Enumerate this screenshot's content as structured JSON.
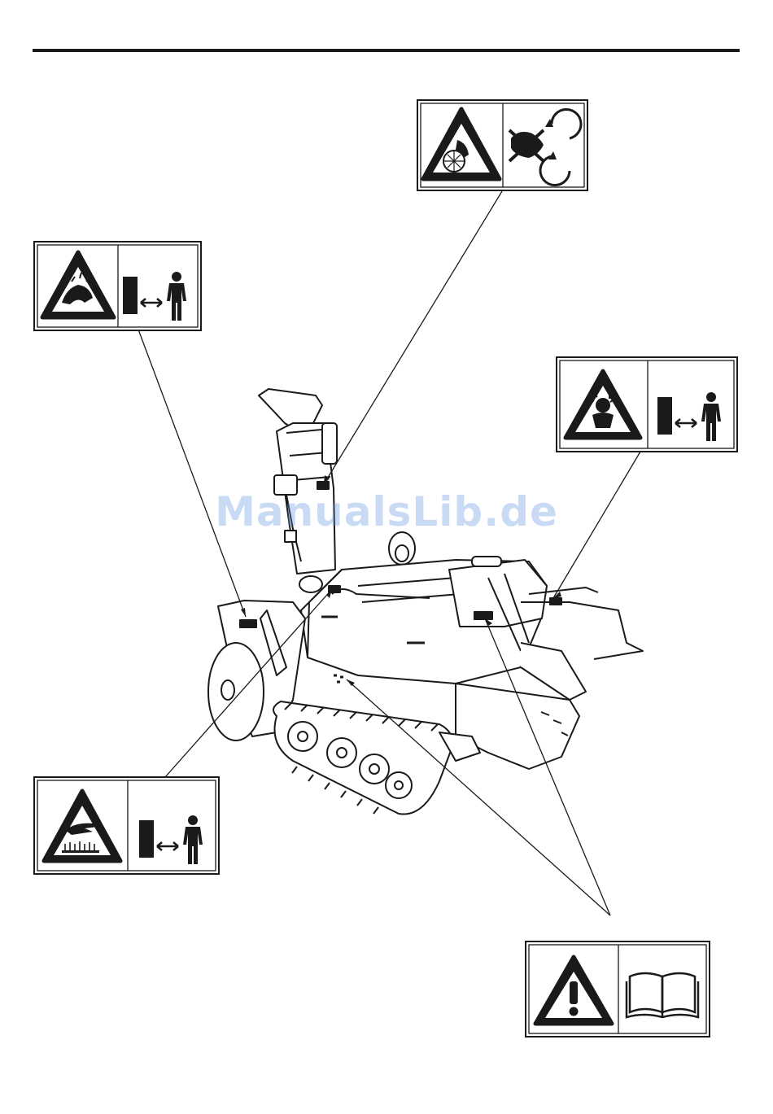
{
  "page": {
    "watermark": "ManualsLib.de"
  },
  "labels": [
    {
      "id": "label-hand-entanglement-stop",
      "hazard_icon": "hand-in-auger-icon",
      "instruction_icon": "stop-engine-before-cleaning-icon"
    },
    {
      "id": "label-thrown-objects-distance",
      "hazard_icon": "thrown-objects-icon",
      "instruction_icon": "keep-safe-distance-icon"
    },
    {
      "id": "label-thrown-objects-face",
      "hazard_icon": "flying-debris-face-icon",
      "instruction_icon": "keep-safe-distance-icon"
    },
    {
      "id": "label-hot-surface",
      "hazard_icon": "hot-surface-hand-icon",
      "instruction_icon": "keep-safe-distance-icon"
    },
    {
      "id": "label-read-manual",
      "hazard_icon": "general-warning-icon",
      "instruction_icon": "read-manual-book-icon"
    }
  ],
  "colors": {
    "ink": "#1a1a1a",
    "watermark": "#5b8fe0"
  }
}
